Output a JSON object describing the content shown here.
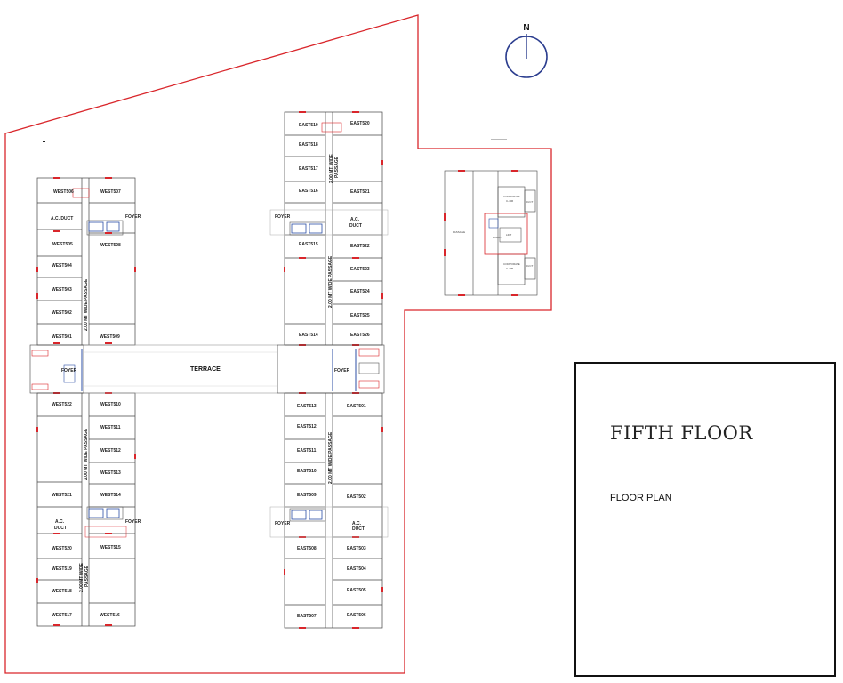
{
  "compass": {
    "letter": "N"
  },
  "title_block": {
    "title": "FIFTH FLOOR",
    "subtitle": "FLOOR PLAN"
  },
  "west_wing": {
    "top_units": [
      "WEST506",
      "WEST507",
      "WEST505",
      "WEST508",
      "WEST504",
      "WEST503",
      "WEST502",
      "WEST501",
      "WEST509"
    ],
    "bottom_units": [
      "WEST522",
      "WEST510",
      "WEST511",
      "WEST512",
      "WEST513",
      "WEST521",
      "WEST514",
      "WEST520",
      "WEST515",
      "WEST519",
      "WEST518",
      "WEST517",
      "WEST516"
    ],
    "duct_upper": "A.C. DUCT",
    "duct_lower_a": "A.C.",
    "duct_lower_b": "DUCT",
    "foyer_upper": "FOYER",
    "foyer_mid": "FOYER",
    "foyer_lower": "FOYER",
    "passage_upper": "2.00 MT WIDE PASSAGE",
    "passage_middle": "2.00 MT WIDE PASSAGE",
    "passage_lower_a": "2.00 MT WIDE",
    "passage_lower_b": "PASSAGE"
  },
  "east_wing": {
    "top_units": [
      "EAST519",
      "EAST520",
      "EAST518",
      "EAST517",
      "EAST516",
      "EAST521",
      "EAST515",
      "EAST522",
      "EAST523",
      "EAST524",
      "EAST525",
      "EAST514",
      "EAST526"
    ],
    "bottom_units": [
      "EAST513",
      "EAST501",
      "EAST512",
      "EAST511",
      "EAST510",
      "EAST509",
      "EAST502",
      "EAST508",
      "EAST503",
      "EAST504",
      "EAST505",
      "EAST507",
      "EAST506"
    ],
    "duct_upper_a": "A.C.",
    "duct_upper_b": "DUCT",
    "duct_lower_a": "A.C.",
    "duct_lower_b": "DUCT",
    "foyer_upper": "FOYER",
    "foyer_mid": "FOYER",
    "foyer_lower": "FOYER",
    "passage_upper_a": "2.00 MT WIDE",
    "passage_upper_b": "PASSAGE",
    "passage_middle": "2.00 MT WIDE PASSAGE",
    "passage_lower": "2.00 MT WIDE PASSAGE"
  },
  "terrace": {
    "label": "TERRACE"
  },
  "core_block": {
    "corporate_upper_a": "CORPORATE",
    "corporate_upper_b": "C-406",
    "corporate_lower_a": "CORPORATE",
    "corporate_lower_b": "C-405",
    "duct_upper": "DUCT",
    "duct_lower": "DUCT",
    "lift": "LIFT",
    "lobby": "LOBBY",
    "passage": "PASSAGE"
  },
  "colors": {
    "boundary": "#d9262b",
    "walls": "#333333",
    "accent_blue": "#2c4fa6",
    "accent_red": "#d9262b"
  }
}
